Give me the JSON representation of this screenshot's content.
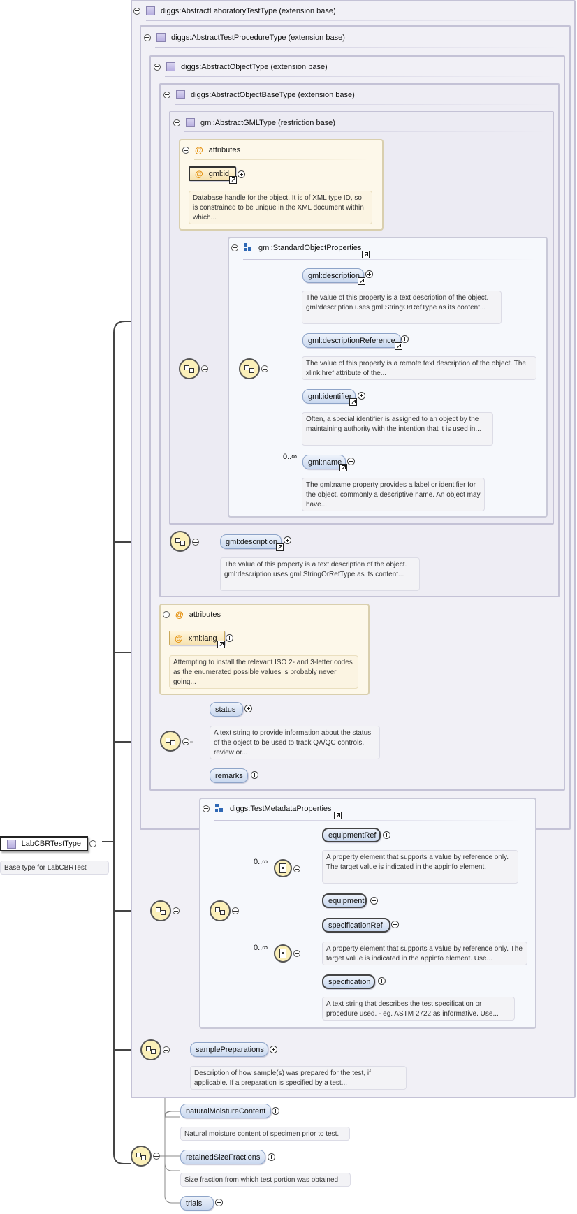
{
  "root": {
    "name": "LabCBRTestType",
    "description": "Base type for LabCBRTest"
  },
  "bases": {
    "b1": "diggs:AbstractLaboratoryTestType (extension base)",
    "b2": "diggs:AbstractTestProcedureType (extension base)",
    "b3": "diggs:AbstractObjectType (extension base)",
    "b4": "diggs:AbstractObjectBaseType (extension base)",
    "b5": "gml:AbstractGMLType (restriction base)"
  },
  "gml_attributes": {
    "title": "attributes",
    "items": [
      {
        "name": "gml:id",
        "description": "Database handle for the object. It is of XML type ID, so is constrained to be unique in the XML document within which..."
      }
    ]
  },
  "standard_object_properties": {
    "title": "gml:StandardObjectProperties",
    "items": [
      {
        "name": "gml:description",
        "description": "The value of this property is a text description of the object. gml:description uses gml:StringOrRefType as its content..."
      },
      {
        "name": "gml:descriptionReference",
        "description": "The value of this property is a remote text description of the object. The xlink:href attribute of the..."
      },
      {
        "name": "gml:identifier",
        "description": "Often, a special identifier is assigned to an object by the maintaining authority with the intention that it is used in..."
      },
      {
        "name": "gml:name",
        "occurs": "0..∞",
        "description": "The gml:name property provides a label or identifier for the object, commonly a descriptive name. An object may have..."
      }
    ]
  },
  "object_description": {
    "name": "gml:description",
    "description": "The value of this property is a text description of the object. gml:description uses gml:StringOrRefType as its content..."
  },
  "lang_attributes": {
    "title": "attributes",
    "items": [
      {
        "name": "xml:lang",
        "description": "Attempting to install the relevant ISO 2- and 3-letter codes as the enumerated possible values is probably never going..."
      }
    ]
  },
  "status_group": {
    "status": "status",
    "status_description": "A text string to provide information about the status of the object to be used to track QA/QC controls, review or...",
    "remarks": "remarks"
  },
  "test_metadata": {
    "title": "diggs:TestMetadataProperties",
    "choice1_occurs": "0..∞",
    "equipmentRef": "equipmentRef",
    "equipmentRef_description": "A property element that supports a value by reference only. The target value is indicated in the appinfo element.",
    "equipment": "equipment",
    "choice2_occurs": "0..∞",
    "specificationRef": "specificationRef",
    "specificationRef_description": "A property element that supports a value by reference only. The target value is indicated in the appinfo element. Use...",
    "specification": "specification",
    "specification_description": "A text string that describes the test specification or procedure used. - eg. ASTM 2722 as informative. Use..."
  },
  "sample_preparations": {
    "name": "samplePreparations",
    "description": "Description of how sample(s) was prepared for the test, if applicable. If a preparation is specified by a test..."
  },
  "lab_cbr": {
    "naturalMoistureContent": "naturalMoistureContent",
    "naturalMoistureContent_description": "Natural moisture content of specimen prior to test.",
    "retainedSizeFractions": "retainedSizeFractions",
    "retainedSizeFractions_description": "Size fraction from which test portion was obtained.",
    "trials": "trials"
  },
  "colors": {
    "frame_border": "#c4c2d6",
    "frame_fill": "#f1f0f6",
    "element_fill": "#c9d8ef",
    "attribute_fill": "#fdf8ea",
    "compositor_fill": "#fbf0b9"
  }
}
